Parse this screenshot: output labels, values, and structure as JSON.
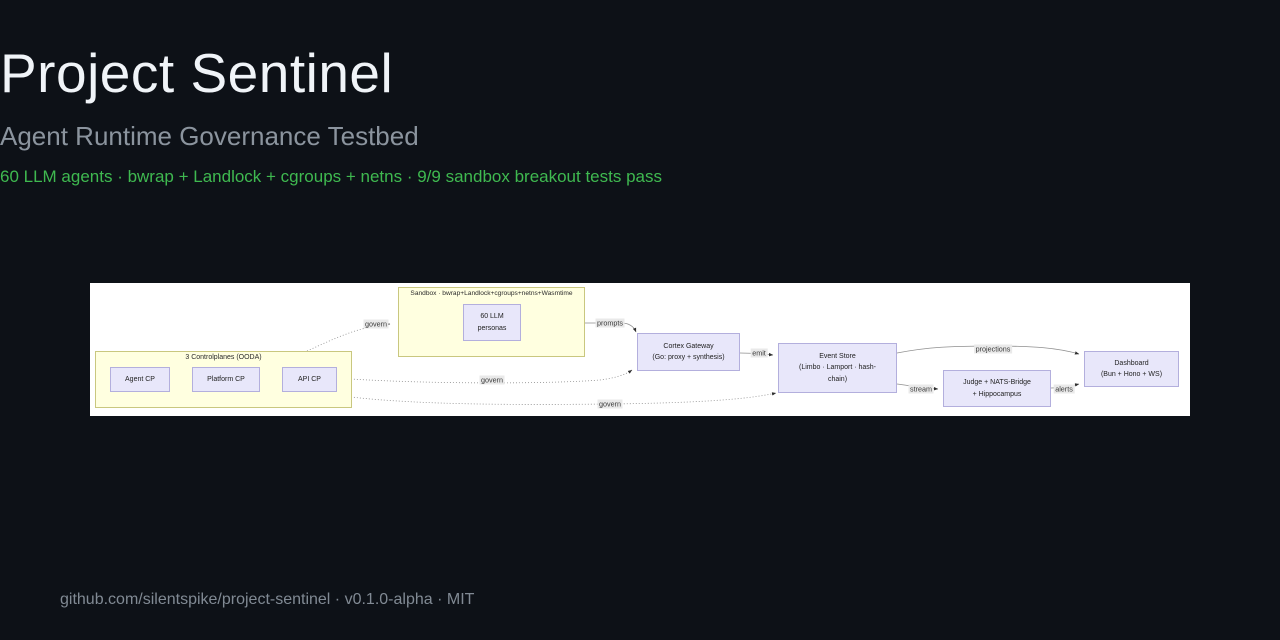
{
  "page": {
    "title": "Project Sentinel",
    "subtitle": "Agent Runtime Governance Testbed",
    "stats_line": "60 LLM agents · bwrap + Landlock + cgroups + netns · 9/9 sandbox breakout tests pass",
    "footer": "github.com/silentspike/project-sentinel · v0.1.0-alpha · MIT"
  },
  "colors": {
    "background": "#0d1117",
    "title": "#f0f4f8",
    "subtitle": "#8b949e",
    "accent_green": "#3fb950",
    "diagram_bg": "#ffffff",
    "cluster_fill": "#ffffe0",
    "cluster_border": "#c9c77f",
    "node_fill": "#e8e7fa",
    "node_border": "#b3afdd",
    "edge_stroke": "#8f8f8f",
    "edge_label_bg": "#e9e9e9"
  },
  "diagram": {
    "clusters": {
      "controlplanes": {
        "label": "3 Controlplanes (OODA)",
        "nodes": [
          "Agent CP",
          "Platform CP",
          "API CP"
        ]
      },
      "sandbox": {
        "label": "Sandbox · bwrap+Landlock+cgroups+netns+Wasmtime",
        "node": {
          "line1": "60 LLM",
          "line2": "personas"
        }
      }
    },
    "nodes": {
      "cortex": {
        "line1": "Cortex Gateway",
        "line2": "(Go: proxy + synthesis)"
      },
      "event_store": {
        "line1": "Event Store",
        "line2": "(Limbo · Lamport · hash-",
        "line3": "chain)"
      },
      "judge": {
        "line1": "Judge + NATS-Bridge",
        "line2": "+ Hippocampus"
      },
      "dashboard": {
        "line1": "Dashboard",
        "line2": "(Bun + Hono + WS)"
      }
    },
    "edge_labels": {
      "govern_sandbox": "govern",
      "prompts": "prompts",
      "govern_cortex": "govern",
      "govern_events": "govern",
      "emit": "emit",
      "projections": "projections",
      "stream": "stream",
      "alerts": "alerts"
    }
  }
}
